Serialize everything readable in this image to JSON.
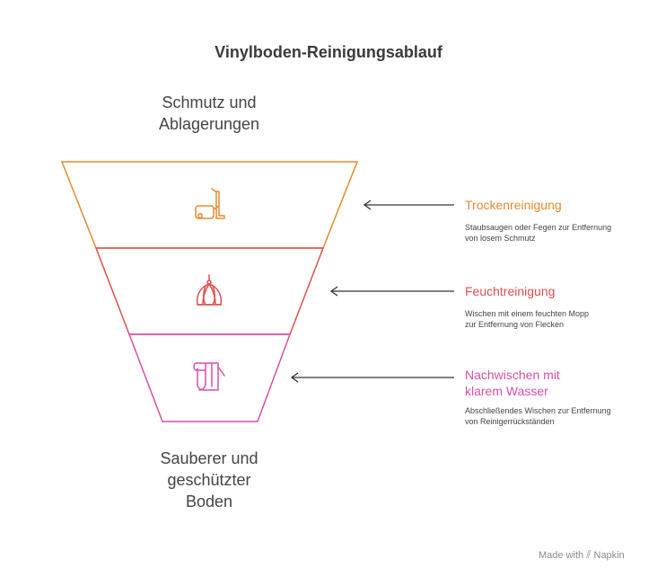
{
  "title": "Vinylboden-Reinigungsablauf",
  "top_label": "Schmutz und Ablagerungen",
  "bottom_label": "Sauberer und geschützter Boden",
  "steps": [
    {
      "title": "Trockenreinigung",
      "description": "Staubsaugen oder Fegen zur Entfernung von losem Schmutz",
      "color": "#e58a2e",
      "icon": "vacuum-cleaner-icon"
    },
    {
      "title": "Feuchtreinigung",
      "description": "Wischen mit einem feuchten Mopp zur Entfernung von Flecken",
      "color": "#e04f4f",
      "icon": "mop-icon"
    },
    {
      "title": "Nachwischen mit klarem Wasser",
      "description": "Abschließendes Wischen zur Entfernung von Reinigerrückständen",
      "color": "#d94fa8",
      "icon": "towel-icon"
    }
  ],
  "footer": {
    "made_with": "Made with",
    "brand": "Napkin"
  }
}
